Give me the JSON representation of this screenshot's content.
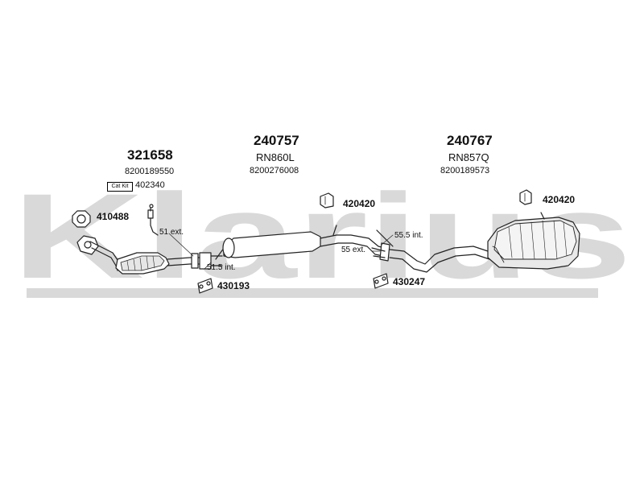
{
  "watermark": {
    "text": "Klarius",
    "color": "#d9d9d9"
  },
  "parts": {
    "p1": {
      "number": "321658",
      "oem": "8200189550",
      "catkit_label": "Cat Kit",
      "catkit_number": "402340"
    },
    "p2": {
      "number": "240757",
      "code": "RN860L",
      "oem": "8200276008"
    },
    "p3": {
      "number": "240767",
      "code": "RN857Q",
      "oem": "8200189573"
    }
  },
  "fittings": {
    "gasket": "410488",
    "hanger_left": "430193",
    "hanger_right": "430247",
    "bracket_mid": "420420",
    "bracket_rear": "420420"
  },
  "dimensions": {
    "d1": "51 ext.",
    "d2": "51.5 int.",
    "d3": "55.5 int.",
    "d4": "55 ext."
  },
  "colors": {
    "line": "#222222",
    "fill": "#ffffff",
    "shade": "#cfcfcf"
  }
}
